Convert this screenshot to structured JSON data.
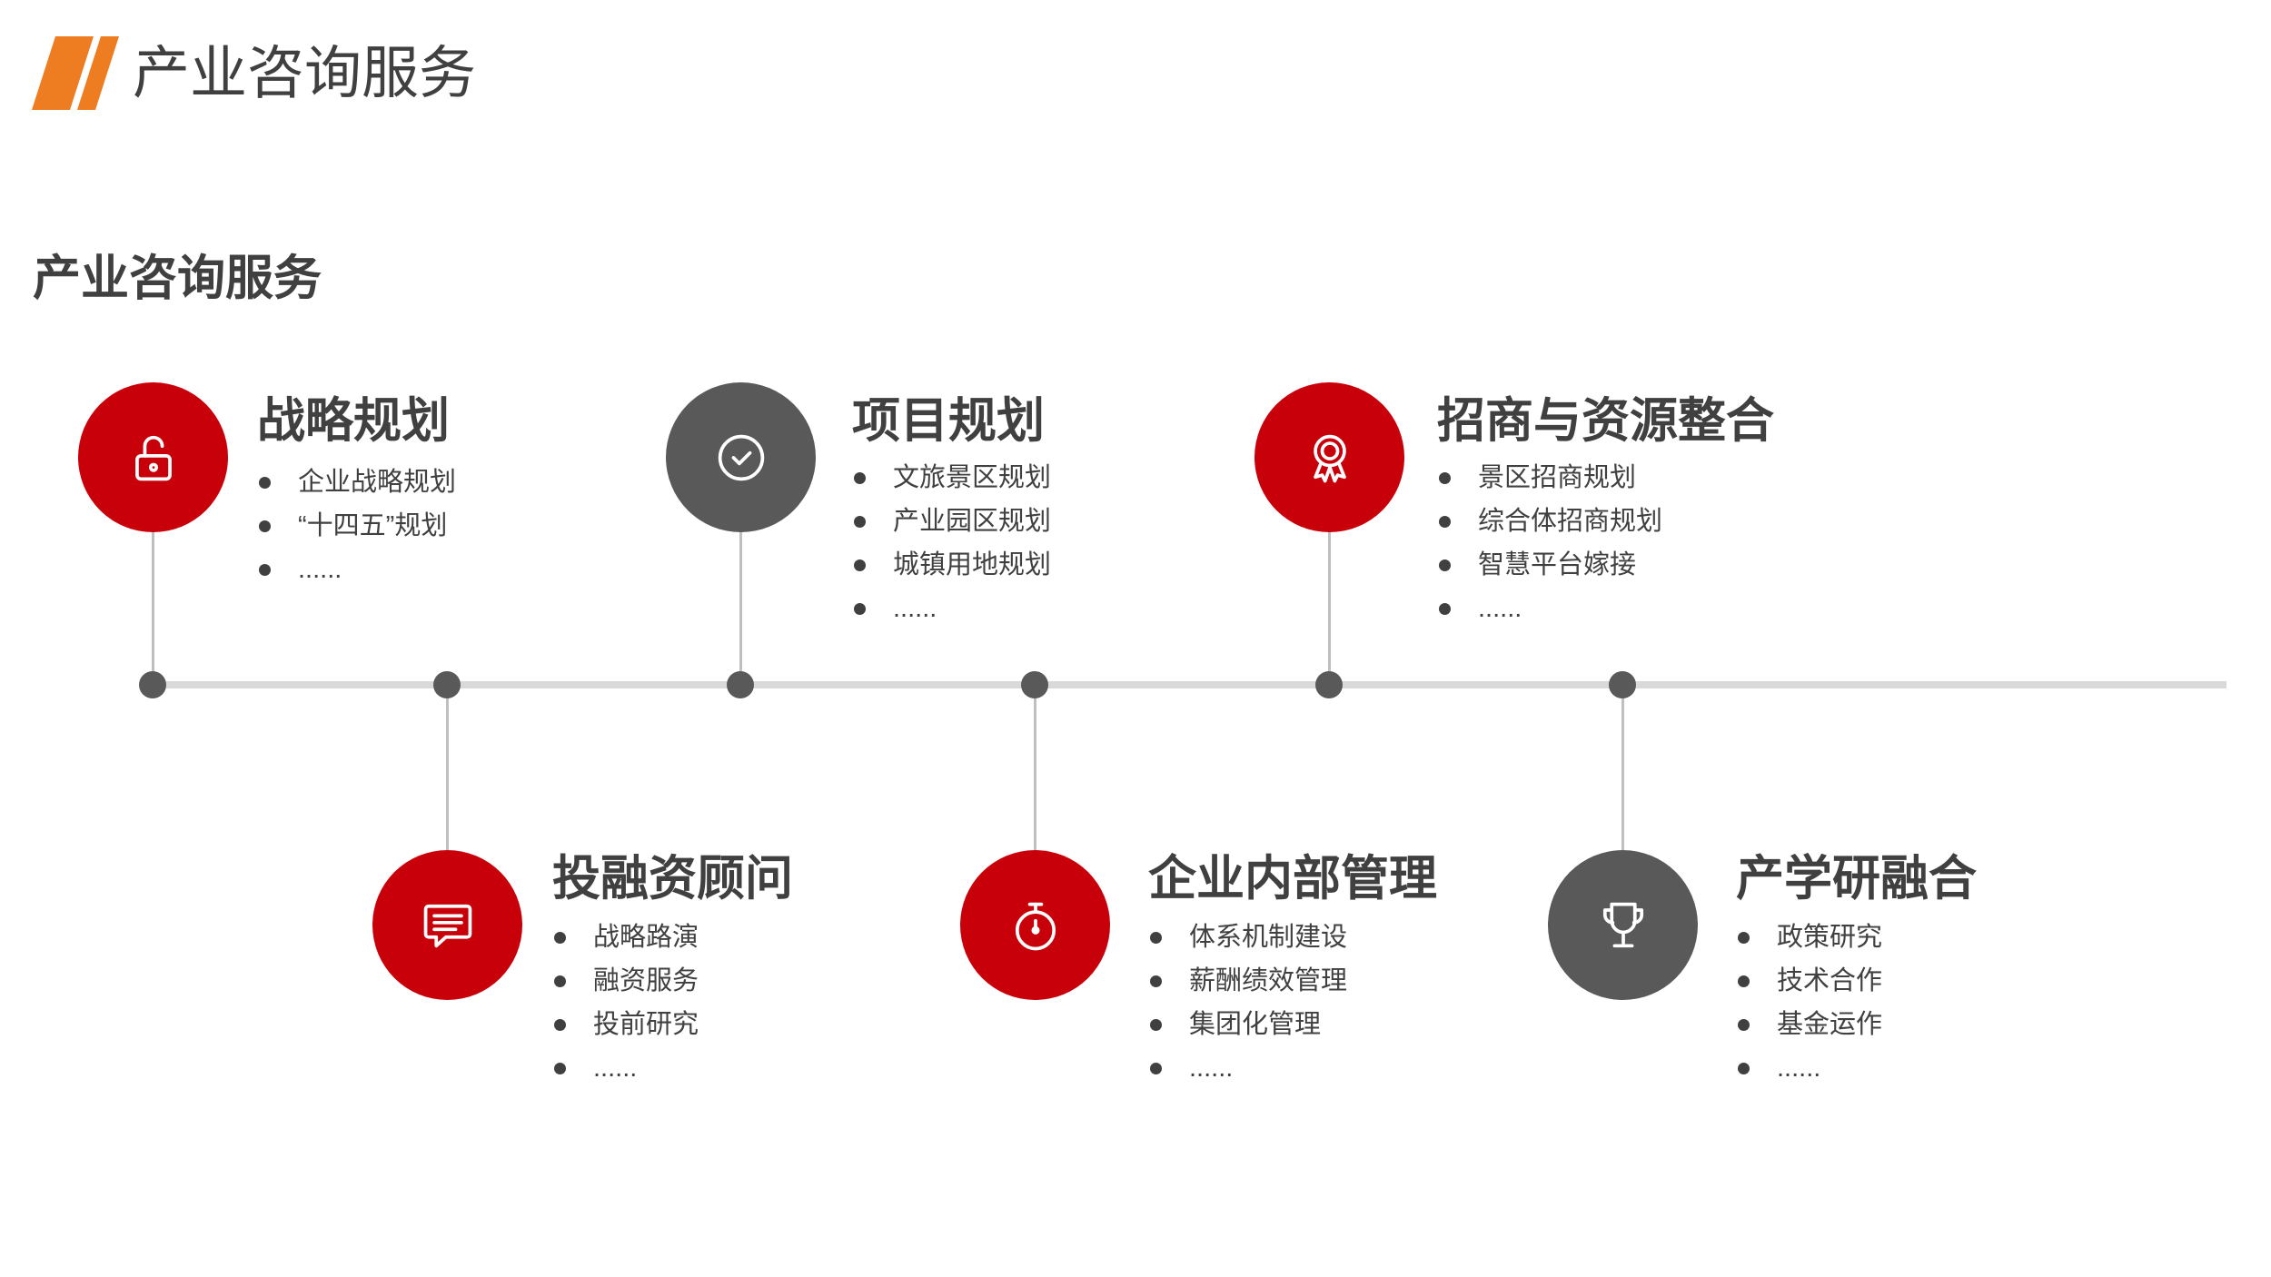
{
  "header": {
    "title": "产业咨询服务",
    "logo_icon": "orange-double-slash-icon"
  },
  "section": {
    "title": "产业咨询服务"
  },
  "colors": {
    "primary_red": "#C8000A",
    "dark_gray": "#595959",
    "accent_orange": "#EE7D22",
    "timeline": "#D9D9D9",
    "text": "#404040"
  },
  "items": [
    {
      "title": "战略规划",
      "icon": "unlock-icon",
      "circle_color": "#C8000A",
      "bullets": [
        "企业战略规划",
        "“十四五”规划",
        "......"
      ]
    },
    {
      "title": "投融资顾问",
      "icon": "chat-message-icon",
      "circle_color": "#C8000A",
      "bullets": [
        "战略路演",
        "融资服务",
        "投前研究",
        "......"
      ]
    },
    {
      "title": "项目规划",
      "icon": "check-circle-icon",
      "circle_color": "#595959",
      "bullets": [
        "文旅景区规划",
        "产业园区规划",
        "城镇用地规划",
        "......"
      ]
    },
    {
      "title": "企业内部管理",
      "icon": "stopwatch-icon",
      "circle_color": "#C8000A",
      "bullets": [
        "体系机制建设",
        "薪酬绩效管理",
        "集团化管理",
        "......"
      ]
    },
    {
      "title": "招商与资源整合",
      "icon": "award-ribbon-icon",
      "circle_color": "#C8000A",
      "bullets": [
        "景区招商规划",
        "综合体招商规划",
        "智慧平台嫁接",
        "......"
      ]
    },
    {
      "title": "产学研融合",
      "icon": "trophy-icon",
      "circle_color": "#595959",
      "bullets": [
        "政策研究",
        "技术合作",
        "基金运作",
        "......"
      ]
    }
  ]
}
